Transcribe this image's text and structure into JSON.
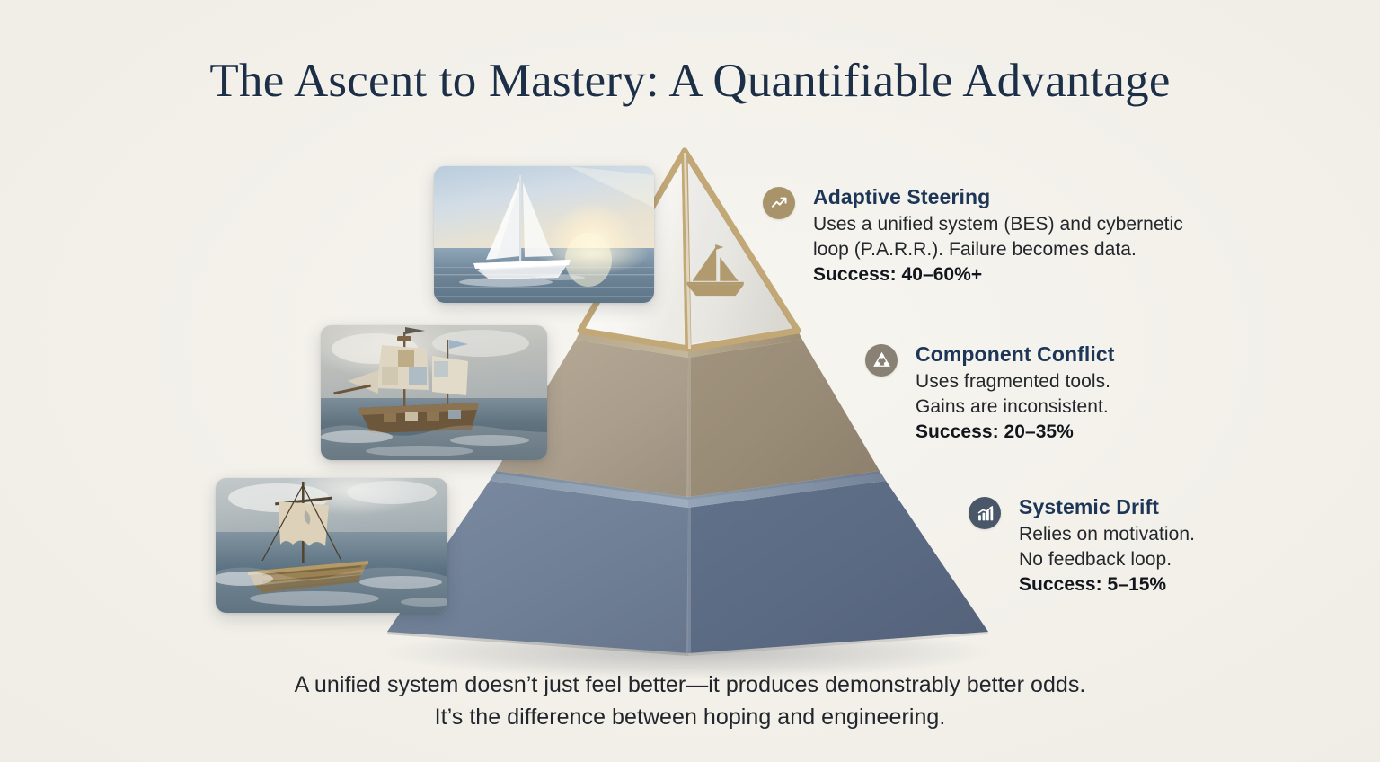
{
  "page": {
    "title": "The Ascent to Mastery: A Quantifiable Advantage",
    "background_color": "#f4f2ec",
    "title_color": "#1d3557"
  },
  "pyramid": {
    "tiers": [
      {
        "level": "top",
        "name": "Adaptive Steering",
        "fill_color": "#ffffff",
        "edge_color": "#c3a878",
        "face_icon": "sailboat-icon"
      },
      {
        "level": "middle",
        "name": "Component Conflict",
        "fill_color": "#a99b88",
        "edge_color": "#c8b694"
      },
      {
        "level": "base",
        "name": "Systemic Drift",
        "fill_color": "#6b7d93",
        "edge_color": "#8ea0b4"
      }
    ]
  },
  "photos": [
    {
      "id": "photo-top",
      "alt": "Modern white sailboat gliding on calm sunlit water at sunset"
    },
    {
      "id": "photo-mid",
      "alt": "Old wooden galleon with patched sails on a choppy grey sea"
    },
    {
      "id": "photo-bot",
      "alt": "Wooden raft with a tattered sail adrift in rough open water"
    }
  ],
  "callouts": [
    {
      "icon": "trending-up-icon",
      "icon_bg": "#a8936a",
      "title": "Adaptive Steering",
      "line1": "Uses a unified system (BES) and cybernetic",
      "line2": "loop (P.A.R.R.). Failure becomes data.",
      "success": "Success: 40–60%+"
    },
    {
      "icon": "component-cluster-icon",
      "icon_bg": "#8a8175",
      "title": "Component Conflict",
      "line1": "Uses fragmented tools.",
      "line2": "Gains are inconsistent.",
      "success": "Success: 20–35%"
    },
    {
      "icon": "bar-chart-trend-icon",
      "icon_bg": "#4a5769",
      "title": "Systemic Drift",
      "line1": "Relies on motivation.",
      "line2": "No feedback loop.",
      "success": "Success: 5–15%"
    }
  ],
  "caption": {
    "line1": "A unified system doesn’t just feel better—it produces demonstrably better odds.",
    "line2": "It’s the difference between hoping and engineering."
  }
}
